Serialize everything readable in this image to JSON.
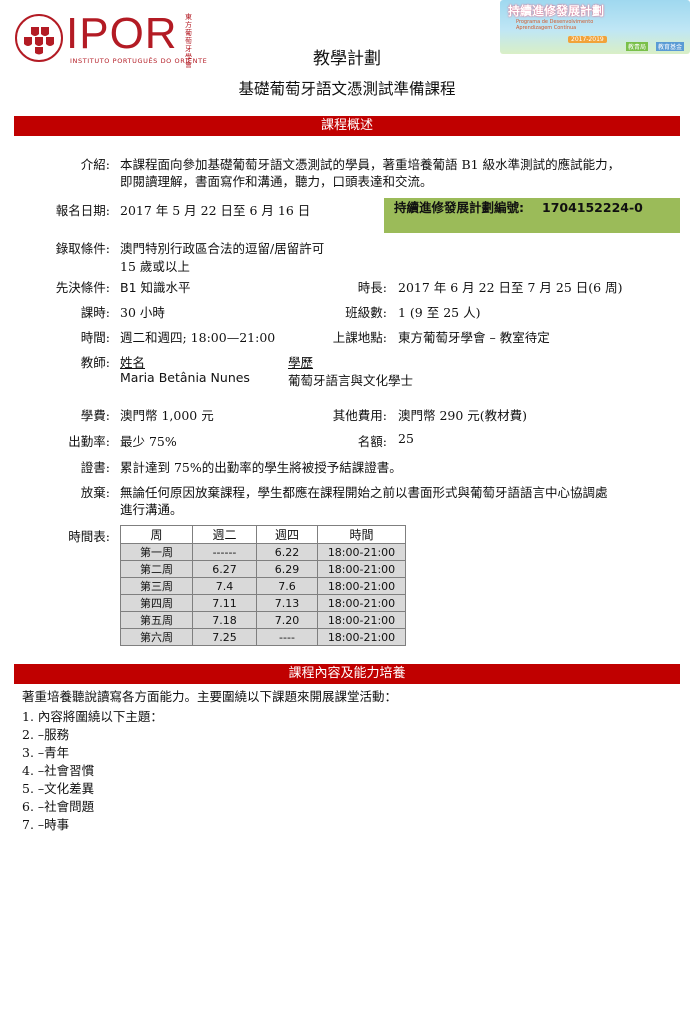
{
  "logo": {
    "name": "IPOR",
    "subtitle": "INSTITUTO PORTUGUÊS DO ORIENTE",
    "vertical_text": "東方葡萄牙學會"
  },
  "banner": {
    "title": "持續進修發展計劃",
    "subtitle": "Programa de Desenvolvimento Aprendizagem Contínua",
    "years": "2017-2019",
    "tag1": "教青局",
    "tag2": "教育基金"
  },
  "doc": {
    "title": "教學計劃",
    "course": "基礎葡萄牙語文憑測試準備課程"
  },
  "sections": {
    "overview": "課程概述",
    "content": "課程內容及能力培養"
  },
  "overview": {
    "intro_label": "介紹:",
    "intro_line1": "本課程面向參加基礎葡萄牙語文憑測試的學員，著重培養葡語 B1 級水準測試的應試能力，",
    "intro_line2": "即閱讀理解，書面寫作和溝通，聽力，口頭表達和交流。",
    "reg_label": "報名日期:",
    "reg_value": "2017 年 5 月 22 日至 6 月 16 日",
    "plan_label": "持續進修發展計劃編號:",
    "plan_value": "1704152224-0",
    "admit_label": "錄取條件:",
    "admit_line1": "澳門特別行政區合法的逗留/居留許可",
    "admit_line2": "15 歲或以上",
    "prereq_label": "先決條件:",
    "prereq_value": "B1 知識水平",
    "duration_label": "時長:",
    "duration_value": "2017 年 6 月 22 日至 7 月 25 日(6 周)",
    "hours_label": "課時:",
    "hours_value": "30 小時",
    "class_label": "班級數:",
    "class_value": "1 (9 至 25 人)",
    "time_label": "時間:",
    "time_value": "週二和週四; 18:00—21:00",
    "venue_label": "上課地點:",
    "venue_value": "東方葡萄牙學會 – 教室待定",
    "teacher_label": "教師:",
    "teacher_name_h": "姓名",
    "teacher_name": "Maria Betânia Nunes",
    "teacher_edu_h": "學歷",
    "teacher_edu": "葡萄牙語言與文化學士",
    "fee_label": "學費:",
    "fee_value": "澳門幣 1,000 元",
    "other_fee_label": "其他費用:",
    "other_fee_value": "澳門幣 290 元(教材費)",
    "attend_label": "出勤率:",
    "attend_value": "最少 75%",
    "quota_label": "名額:",
    "quota_value": "25",
    "cert_label": "證書:",
    "cert_value": "累計達到 75%的出勤率的學生將被授予結課證書。",
    "quit_label": "放棄:",
    "quit_line1": "無論任何原因放棄課程，學生都應在課程開始之前以書面形式與葡萄牙語語言中心協調處",
    "quit_line2": "進行溝通。",
    "schedule_label": "時間表:"
  },
  "schedule": {
    "headers": [
      "周",
      "週二",
      "週四",
      "時間"
    ],
    "rows": [
      [
        "第一周",
        "------",
        "6.22",
        "18:00-21:00"
      ],
      [
        "第二周",
        "6.27",
        "6.29",
        "18:00-21:00"
      ],
      [
        "第三周",
        "7.4",
        "7.6",
        "18:00-21:00"
      ],
      [
        "第四周",
        "7.11",
        "7.13",
        "18:00-21:00"
      ],
      [
        "第五周",
        "7.18",
        "7.20",
        "18:00-21:00"
      ],
      [
        "第六周",
        "7.25",
        "----",
        "18:00-21:00"
      ]
    ]
  },
  "content": {
    "intro": "著重培養聽說讀寫各方面能力。主要圍繞以下課題來開展課堂活動：",
    "items": [
      "1.  內容將圍繞以下主題：",
      "2. –服務",
      "3. –青年",
      "4. –社會習慣",
      "5. –文化差異",
      "6. –社會問題",
      "7. –時事"
    ]
  },
  "colors": {
    "brand_red": "#c00000",
    "plan_green": "#9bbb59",
    "table_gray": "#d9d9d9"
  }
}
